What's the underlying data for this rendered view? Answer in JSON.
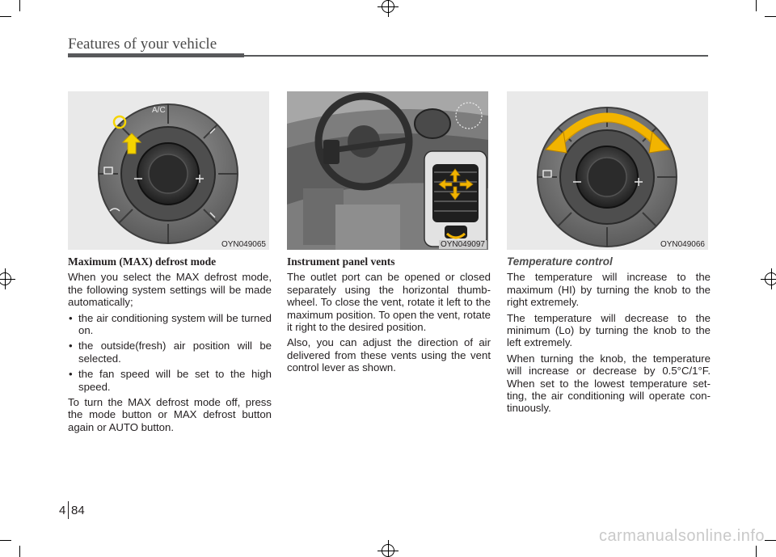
{
  "header": {
    "title": "Features of your vehicle"
  },
  "figures": [
    {
      "code": "OYN049065",
      "ac_label": "A/C"
    },
    {
      "code": "OYN049097"
    },
    {
      "code": "OYN049066"
    }
  ],
  "col1": {
    "title": "Maximum (MAX) defrost mode",
    "intro": "When you select the MAX defrost mode, the following system settings will be made automatically;",
    "bullets": [
      "the air conditioning system will be turned on.",
      "the outside(fresh) air position will be selected.",
      "the fan speed will be set to the high speed."
    ],
    "outro": "To turn the MAX defrost mode off, press the mode button or MAX defrost button again or AUTO button."
  },
  "col2": {
    "title": "Instrument panel vents",
    "p1": "The outlet port can be opened or closed separately using the horizontal thumb-wheel. To close the vent, rotate it left to the maximum position. To open the vent, rotate it right to the desired position.",
    "p2": "Also, you can adjust the direction of air delivered from these vents using the vent control lever as shown."
  },
  "col3": {
    "title": "Temperature control",
    "p1": "The temperature will increase to the maximum (HI) by turning the knob to the right extremely.",
    "p2": "The temperature will decrease to the minimum (Lo) by turning the knob to the left extremely.",
    "p3": "When turning the knob, the temperature will increase or decrease by 0.5°C/1°F. When set to the lowest temperature set-ting, the air conditioning will operate con-tinuously."
  },
  "footer": {
    "chapter": "4",
    "page": "84"
  },
  "watermark": "carmanualsonline.info",
  "colors": {
    "rule": "#58595b",
    "highlight_yellow": "#f5d400",
    "arrow_yellow": "#f2b400"
  }
}
